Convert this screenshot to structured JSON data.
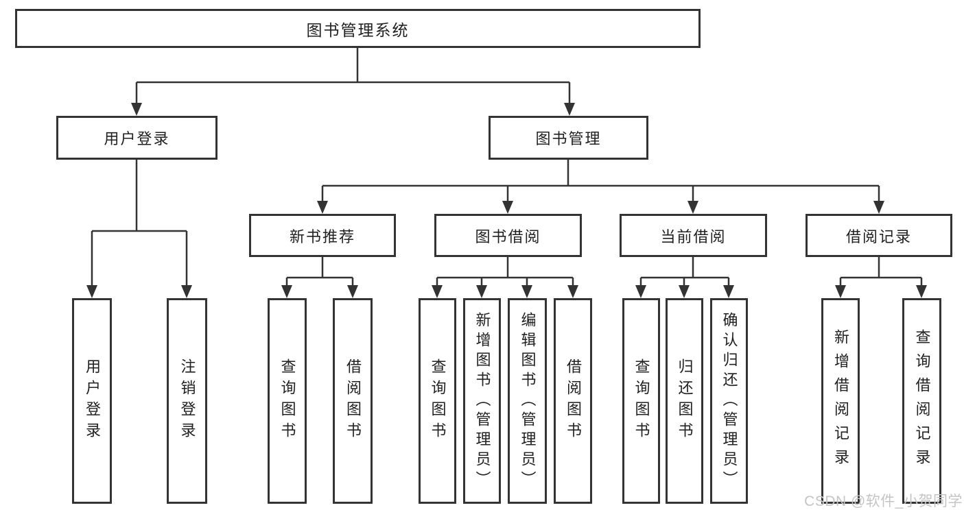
{
  "tree": {
    "label": "图书管理系统",
    "children": [
      {
        "label": "用户登录",
        "children": [
          {
            "label": "用户登录"
          },
          {
            "label": "注销登录"
          }
        ]
      },
      {
        "label": "图书管理",
        "children": [
          {
            "label": "新书推荐",
            "children": [
              {
                "label": "查询图书"
              },
              {
                "label": "借阅图书"
              }
            ]
          },
          {
            "label": "图书借阅",
            "children": [
              {
                "label": "查询图书"
              },
              {
                "label": "新增图书（管理员）"
              },
              {
                "label": "编辑图书（管理员）"
              },
              {
                "label": "借阅图书"
              }
            ]
          },
          {
            "label": "当前借阅",
            "children": [
              {
                "label": "查询图书"
              },
              {
                "label": "归还图书"
              },
              {
                "label": "确认归还（管理员）"
              }
            ]
          },
          {
            "label": "借阅记录",
            "children": [
              {
                "label": "新增借阅记录"
              },
              {
                "label": "查询借阅记录"
              }
            ]
          }
        ]
      }
    ]
  },
  "watermark": {
    "text": "CSDN @软件_小贺同学"
  },
  "colors": {
    "line": "#333333",
    "text": "#212121",
    "watermark": "#c4c4c4",
    "background": "#ffffff"
  }
}
